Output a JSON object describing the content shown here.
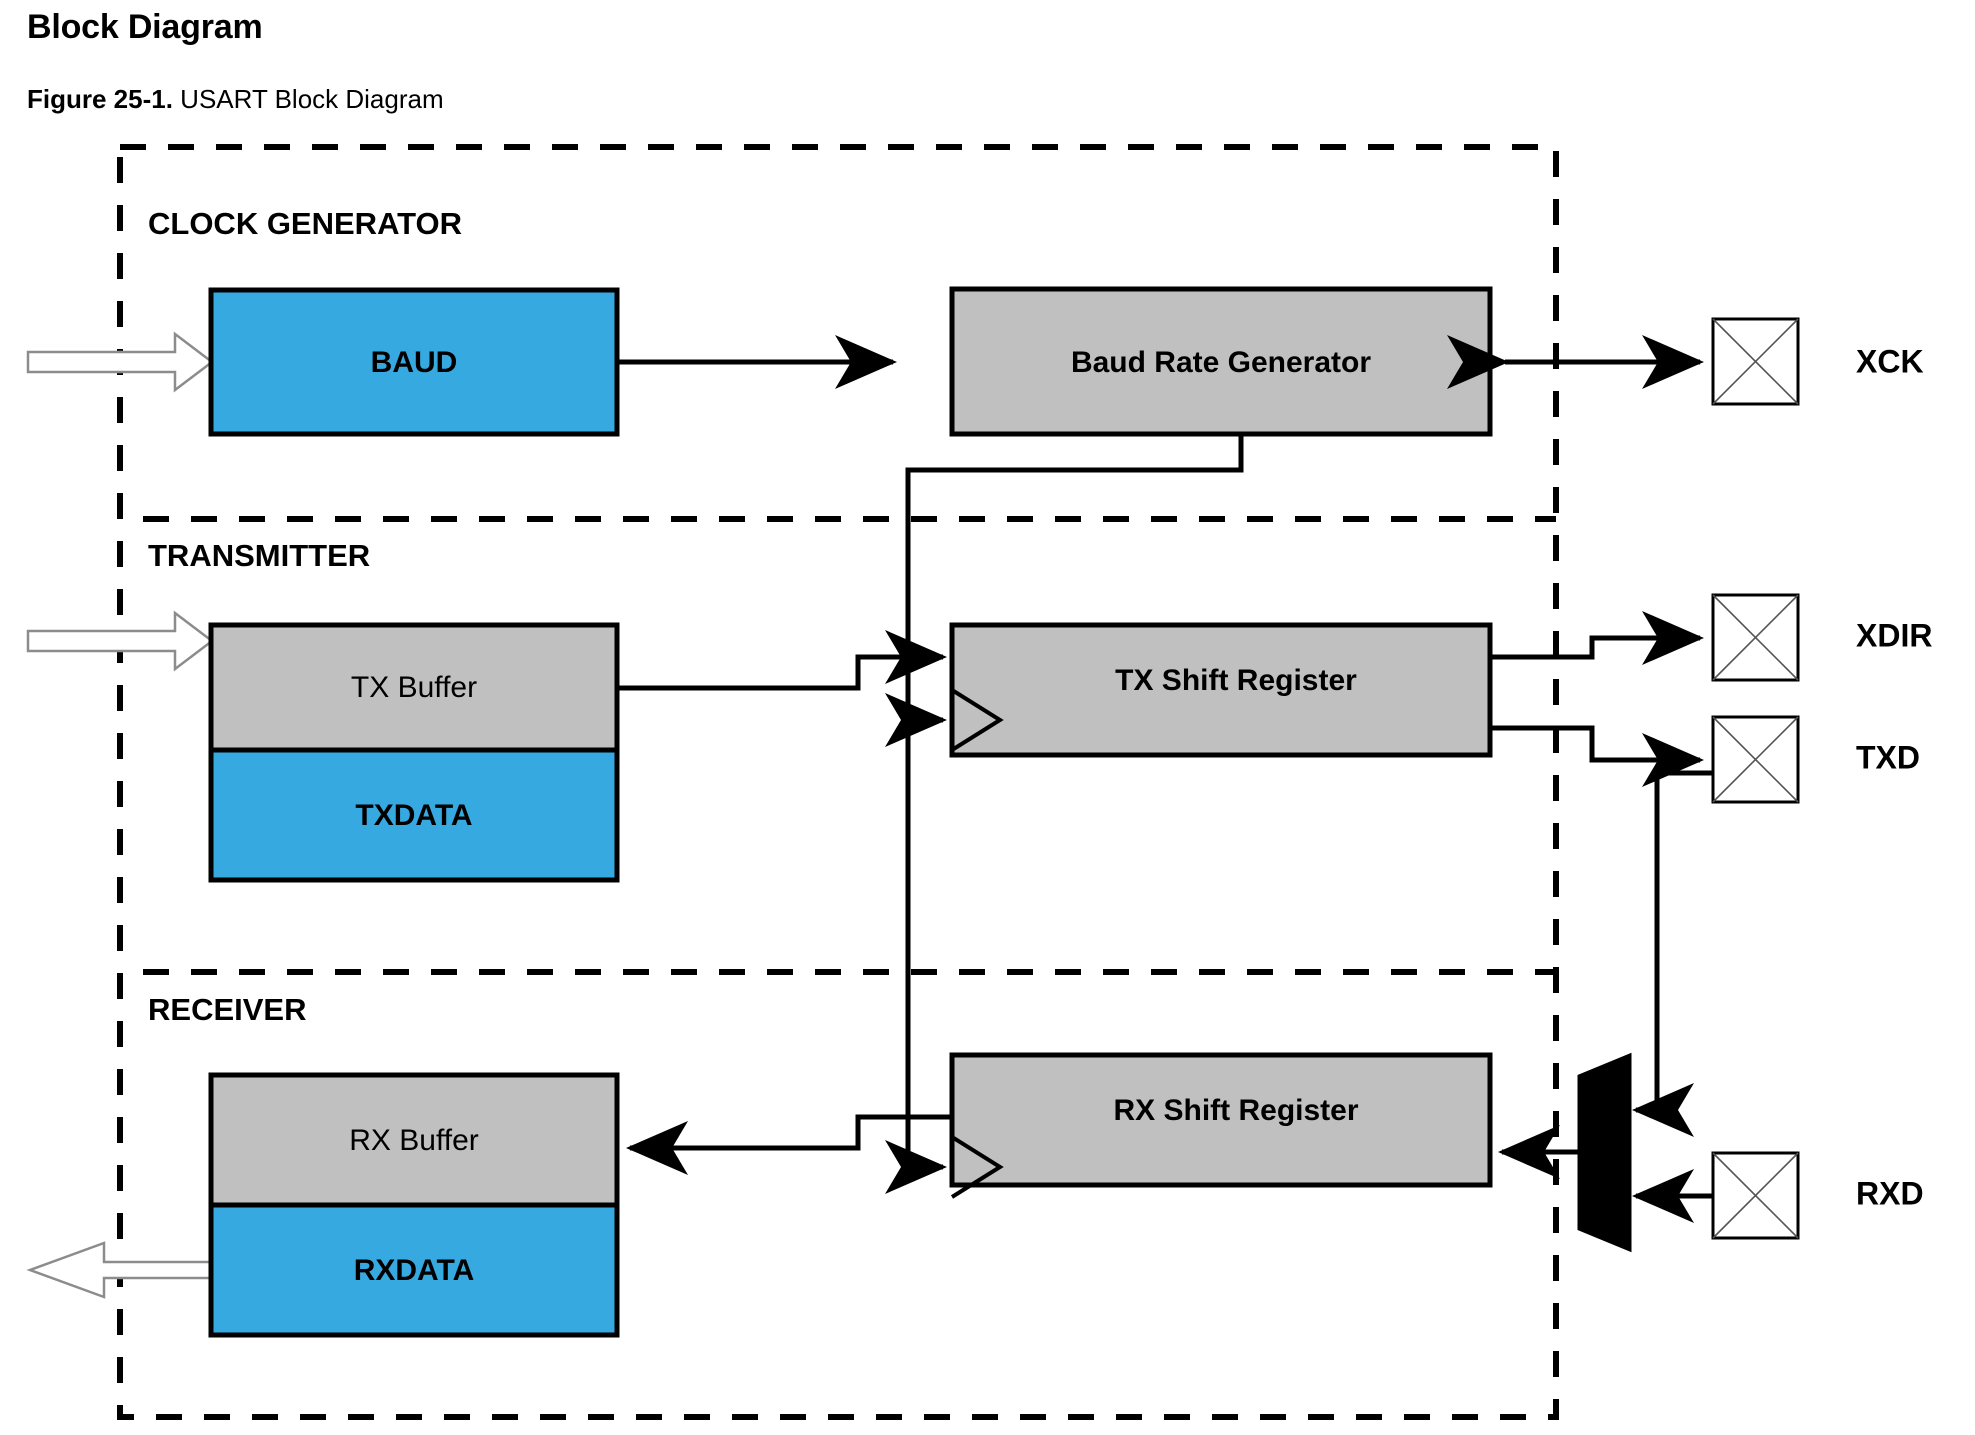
{
  "page": {
    "heading": "Block Diagram",
    "figure_number": "Figure 25-1.",
    "figure_title": "USART Block Diagram"
  },
  "colors": {
    "register_blue": "#36A9E1",
    "block_gray": "#C0C0C0",
    "line_black": "#000000",
    "page_background": "#FFFFFF"
  },
  "diagram": {
    "type": "block-diagram",
    "outer_boundary_style": "dashed",
    "sections": [
      {
        "id": "clock-generator",
        "label": "CLOCK GENERATOR"
      },
      {
        "id": "transmitter",
        "label": "TRANSMITTER"
      },
      {
        "id": "receiver",
        "label": "RECEIVER"
      }
    ],
    "blocks": [
      {
        "id": "baud",
        "label": "BAUD",
        "fill": "blue",
        "section": "clock-generator",
        "bold": true
      },
      {
        "id": "baud-rate-generator",
        "label": "Baud Rate Generator",
        "fill": "gray",
        "section": "clock-generator",
        "bold": true
      },
      {
        "id": "tx-buffer",
        "label": "TX Buffer",
        "fill": "gray",
        "section": "transmitter",
        "bold": false
      },
      {
        "id": "txdata",
        "label": "TXDATA",
        "fill": "blue",
        "section": "transmitter",
        "bold": true
      },
      {
        "id": "tx-shift-register",
        "label": "TX Shift Register",
        "fill": "gray",
        "section": "transmitter",
        "bold": true,
        "has_clock_input": true
      },
      {
        "id": "rx-buffer",
        "label": "RX Buffer",
        "fill": "gray",
        "section": "receiver",
        "bold": false
      },
      {
        "id": "rxdata",
        "label": "RXDATA",
        "fill": "blue",
        "section": "receiver",
        "bold": true
      },
      {
        "id": "rx-shift-register",
        "label": "RX Shift Register",
        "fill": "gray",
        "section": "receiver",
        "bold": true,
        "has_clock_input": true
      },
      {
        "id": "rx-input-mux",
        "label": "",
        "fill": "black",
        "section": "receiver",
        "shape": "multiplexer"
      }
    ],
    "pins": [
      {
        "id": "xck",
        "label": "XCK",
        "direction": "bidirectional",
        "section": "clock-generator"
      },
      {
        "id": "xdir",
        "label": "XDIR",
        "direction": "output",
        "section": "transmitter"
      },
      {
        "id": "txd",
        "label": "TXD",
        "direction": "output",
        "section": "transmitter"
      },
      {
        "id": "rxd",
        "label": "RXD",
        "direction": "input",
        "section": "receiver"
      }
    ],
    "bus_ports": [
      {
        "id": "baud-bus-in",
        "direction": "in",
        "target": "baud",
        "style": "hollow-block-arrow"
      },
      {
        "id": "txdata-bus-in",
        "direction": "in",
        "target": "txdata",
        "style": "hollow-block-arrow"
      },
      {
        "id": "rxdata-bus-out",
        "direction": "out",
        "source": "rxdata",
        "style": "hollow-block-arrow"
      }
    ],
    "connections": [
      {
        "from": "baud",
        "to": "baud-rate-generator",
        "arrow": "single"
      },
      {
        "from": "baud-rate-generator",
        "to": "xck",
        "arrow": "double"
      },
      {
        "from": "baud-rate-generator",
        "to": "tx-shift-register",
        "label": "clock",
        "arrow": "single"
      },
      {
        "from": "baud-rate-generator",
        "to": "rx-shift-register",
        "label": "clock",
        "arrow": "single"
      },
      {
        "from": "tx-buffer",
        "to": "tx-shift-register",
        "arrow": "single"
      },
      {
        "from": "tx-shift-register",
        "to": "xdir",
        "arrow": "single"
      },
      {
        "from": "tx-shift-register",
        "to": "txd",
        "arrow": "single"
      },
      {
        "from": "txd",
        "to": "rx-input-mux",
        "arrow": "single"
      },
      {
        "from": "rxd",
        "to": "rx-input-mux",
        "arrow": "single"
      },
      {
        "from": "rx-input-mux",
        "to": "rx-shift-register",
        "arrow": "single"
      },
      {
        "from": "rx-shift-register",
        "to": "rx-buffer",
        "arrow": "single"
      }
    ]
  }
}
